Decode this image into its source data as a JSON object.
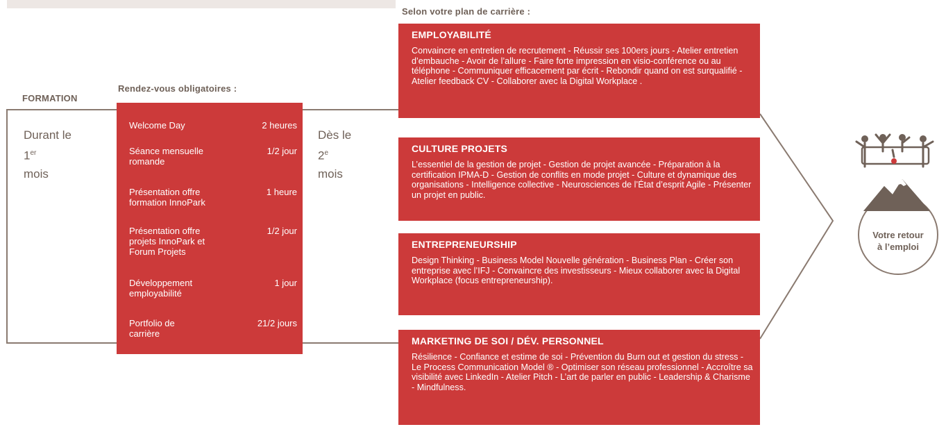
{
  "header": {
    "selon": "Selon votre plan de carrière :",
    "formation": "FORMATION",
    "rdv": "Rendez-vous obligatoires :"
  },
  "left": {
    "line1": "Durant le",
    "num": "1",
    "sup": "er",
    "line3": "mois"
  },
  "middle": {
    "line1": "Dès le",
    "num": "2",
    "sup": "e",
    "line3": "mois"
  },
  "rendezvous": [
    {
      "name": "Welcome Day",
      "duration": "2 heures"
    },
    {
      "name": "Séance mensuelle romande",
      "duration": "1/2 jour"
    },
    {
      "name": "Présentation offre formation InnoPark",
      "duration": "1 heure"
    },
    {
      "name": "Présentation offre projets InnoPark et Forum Projets",
      "duration": "1/2 jour"
    },
    {
      "name": "Développement employabilité",
      "duration": "1 jour"
    },
    {
      "name": "Portfolio de carrière",
      "duration": "21/2 jours"
    }
  ],
  "cards": [
    {
      "title": "EMPLOYABILITÉ",
      "body": "Convaincre en entretien de recrutement - Réussir ses 100ers jours - Atelier entretien d’embauche - Avoir de l’allure - Faire forte impression en visio-conférence ou au téléphone - Communiquer efficacement par écrit - Rebondir quand on est surqualifié - Atelier feedback CV - Collaborer avec la Digital Workplace ."
    },
    {
      "title": "CULTURE PROJETS",
      "body": "L’essentiel de la gestion de projet - Gestion de projet avancée - Préparation à la certification IPMA-D - Gestion de conflits en mode projet - Culture et dynamique des organisations - Intelligence collective - Neurosciences de l’État d’esprit Agile - Présenter un projet en public."
    },
    {
      "title": "ENTREPRENEURSHIP",
      "body": "Design Thinking - Business Model Nouvelle génération - Business Plan - Créer son entreprise avec l’IFJ - Convaincre des investisseurs - Mieux collaborer avec la Digital Workplace (focus entrepreneurship)."
    },
    {
      "title": "MARKETING DE SOI / DÉV. PERSONNEL",
      "body": "Résilience - Confiance et estime de soi - Prévention du Burn out et gestion du stress - Le Process Communication Model ® - Optimiser son réseau professionnel - Accroître sa visibilité avec LinkedIn - Atelier Pitch - L’art de parler en public - Leadership & Charisme - Mindfulness."
    }
  ],
  "goal": {
    "line1": "Votre retour",
    "line2": "à l’emploi"
  },
  "icons": [
    "team-icon",
    "mountain-icon",
    "arrow-chevron-icon"
  ],
  "colors": {
    "panel": "#cc3a3a",
    "line": "#8a7a70",
    "text": "#6f6158",
    "band": "#ede7e4"
  }
}
